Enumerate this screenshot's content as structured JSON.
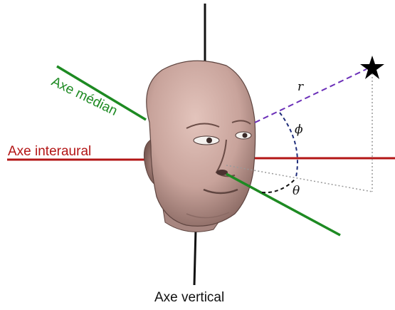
{
  "axes": {
    "interaural_label": "Axe interaural",
    "median_label": "Axe médian",
    "vertical_label": "Axe vertical"
  },
  "symbols": {
    "distance": "r",
    "elevation": "ϕ",
    "azimuth": "θ"
  },
  "colors": {
    "interaural_axis": "#b31515",
    "median_axis": "#1d8a22",
    "vertical_axis": "#111111",
    "radius_vector": "#6b2fb8",
    "projection_lines": "#9a9a9a",
    "skin": "#c8a39b"
  },
  "icons": {
    "source": "star-icon",
    "head": "head-icon"
  }
}
